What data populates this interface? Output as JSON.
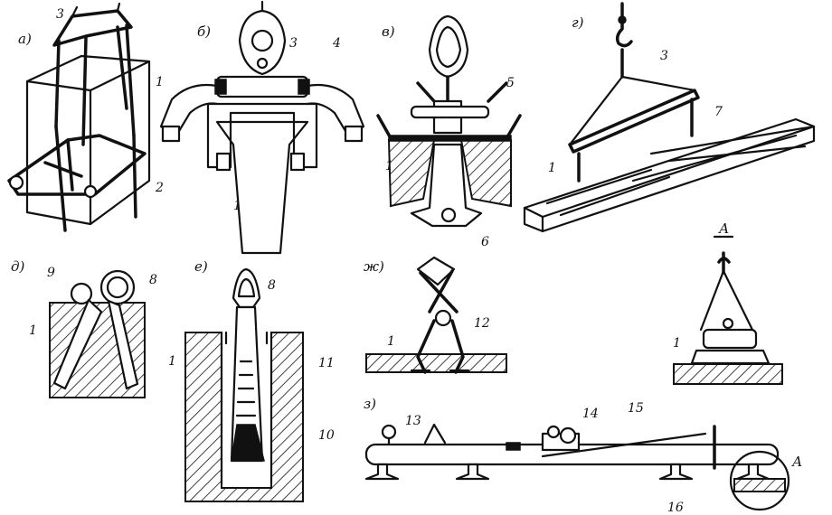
{
  "figure": {
    "panel_labels": [
      "а)",
      "б)",
      "в)",
      "г)",
      "д)",
      "е)",
      "ж)",
      "з)"
    ],
    "detail_label": "А",
    "detail_callout": "А",
    "numbers": {
      "a": [
        "3",
        "1",
        "2"
      ],
      "b": [
        "3",
        "4",
        "1"
      ],
      "v": [
        "5",
        "1",
        "6"
      ],
      "g": [
        "3",
        "7",
        "1"
      ],
      "d": [
        "9",
        "8",
        "1"
      ],
      "e": [
        "8",
        "1",
        "11",
        "10"
      ],
      "zh": [
        "1",
        "12"
      ],
      "A": [
        "1"
      ],
      "z": [
        "13",
        "14",
        "15",
        "16"
      ]
    }
  }
}
